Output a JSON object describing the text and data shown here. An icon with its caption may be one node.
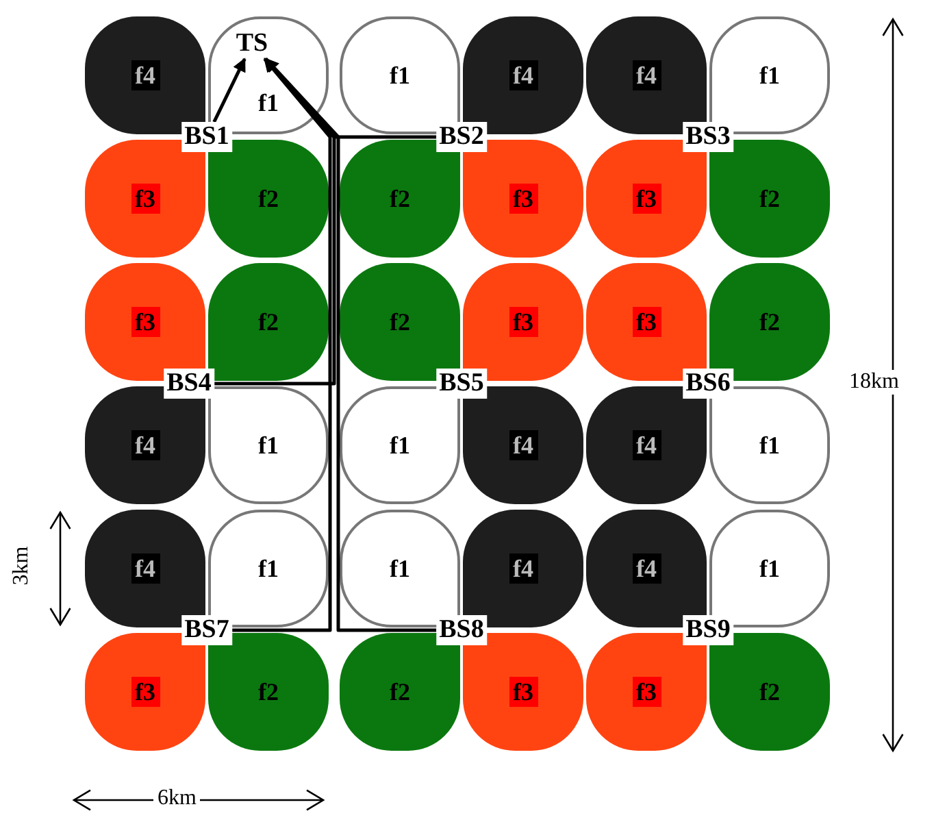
{
  "diagram": {
    "nodes": [
      {
        "text": [
          "TS"
        ],
        "in": 2
      },
      {
        "text": [
          "f4"
        ]
      },
      {
        "text": [
          "f1"
        ]
      },
      {
        "text": [
          "f1"
        ]
      },
      {
        "text": [
          "f4"
        ]
      },
      {
        "text": [
          "f4"
        ]
      },
      {
        "text": [
          "f1"
        ]
      },
      {
        "text": [
          "f3"
        ]
      },
      {
        "text": [
          "f2"
        ]
      },
      {
        "text": [
          "f2"
        ]
      },
      {
        "text": [
          "f3"
        ]
      },
      {
        "text": [
          "f3"
        ]
      },
      {
        "text": [
          "f2"
        ]
      },
      {
        "text": [
          "f3"
        ]
      },
      {
        "text": [
          "f2"
        ]
      },
      {
        "text": [
          "f2"
        ]
      },
      {
        "text": [
          "f3"
        ]
      },
      {
        "text": [
          "f3"
        ]
      },
      {
        "text": [
          "f2"
        ]
      },
      {
        "text": [
          "f4"
        ]
      },
      {
        "text": [
          "f1"
        ]
      },
      {
        "text": [
          "f1"
        ]
      },
      {
        "text": [
          "f4"
        ]
      },
      {
        "text": [
          "f4"
        ]
      },
      {
        "text": [
          "f1"
        ]
      },
      {
        "text": [
          "f4"
        ]
      },
      {
        "text": [
          "f1"
        ]
      },
      {
        "text": [
          "f1"
        ]
      },
      {
        "text": [
          "f4"
        ]
      },
      {
        "text": [
          "f4"
        ]
      },
      {
        "text": [
          "f1"
        ]
      },
      {
        "text": [
          "f3"
        ]
      },
      {
        "text": [
          "f2"
        ]
      },
      {
        "text": [
          "f2"
        ]
      },
      {
        "text": [
          "f3"
        ]
      },
      {
        "text": [
          "f3"
        ]
      },
      {
        "text": [
          "f2"
        ]
      },
      {
        "text": [
          "BS1"
        ]
      },
      {
        "text": [
          "BS2"
        ]
      },
      {
        "text": [
          "BS3"
        ]
      },
      {
        "text": [
          "BS4"
        ]
      },
      {
        "text": [
          "BS5"
        ]
      },
      {
        "text": [
          "BS6"
        ]
      },
      {
        "text": [
          "BS7"
        ]
      },
      {
        "text": [
          "BS8"
        ]
      },
      {
        "text": [
          "BS9"
        ]
      }
    ],
    "edges": [
      {
        "from": 37,
        "to": 0,
        "arrow": "to"
      },
      {
        "from": 38,
        "to": 0,
        "arrow": "to"
      },
      {
        "from": 40,
        "to": 0,
        "arrow": "to"
      },
      {
        "from": 43,
        "to": 0,
        "arrow": "to"
      },
      {
        "from": 44,
        "to": 0,
        "arrow": "to"
      }
    ],
    "labels": [
      "18km",
      "3km",
      "6km"
    ]
  }
}
